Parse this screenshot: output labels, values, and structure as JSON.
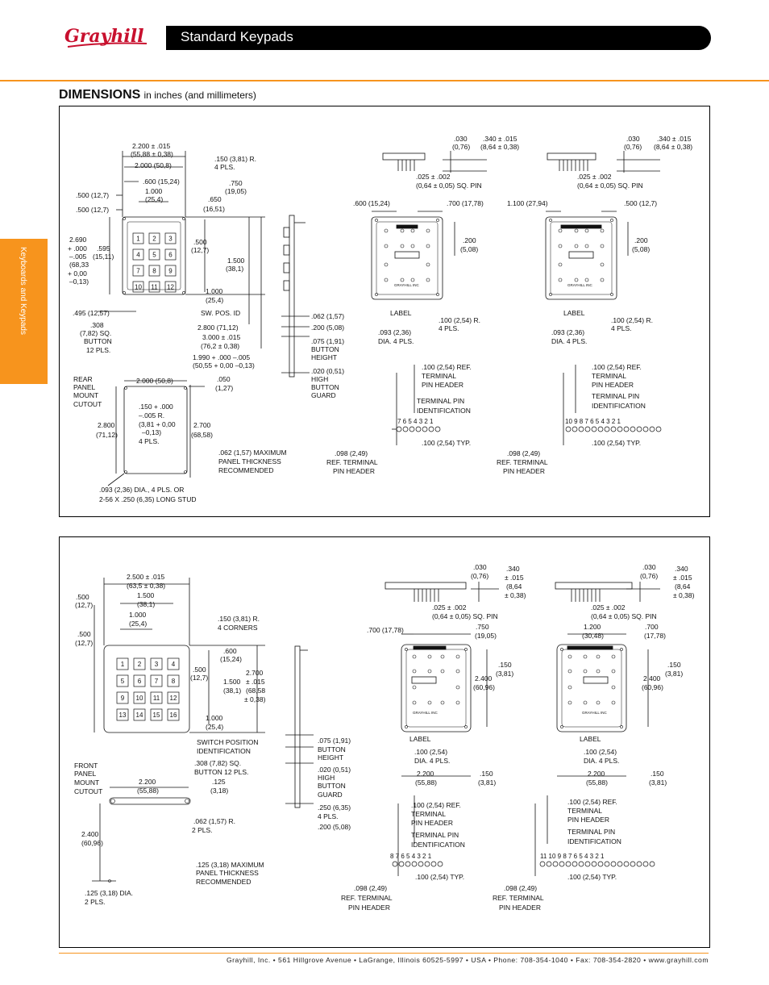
{
  "brand": "Grayhill",
  "header_title": "Standard Keypads",
  "side_tab": "Keyboards and Keypads",
  "dimensions_heading": "DIMENSIONS",
  "dimensions_sub": "in inches (and millimeters)",
  "panel1": {
    "keys": [
      "1",
      "2",
      "3",
      "4",
      "5",
      "6",
      "7",
      "8",
      "9",
      "10",
      "11",
      "12"
    ],
    "dims": {
      "w_total": "2.200 ± .015",
      "w_total_mm": "(55,88 ± 0,38)",
      "w_2000": "2.000 (50,8)",
      "w_600": ".600 (15,24)",
      "w_1000": "1.000",
      "w_1000_mm": "(25,4)",
      "r150": ".150 (3,81) R.",
      "r150_b": "4 PLS.",
      "h750": ".750",
      "h750_mm": "(19,05)",
      "h650": ".650",
      "h650_mm": "(16,51)",
      "l500a": ".500 (12,7)",
      "l500b": ".500 (12,7)",
      "h2690": "2.690",
      "h2690_b": "+ .000",
      "h2690_c": "–.005",
      "h2690_d": "(68,33",
      "h2690_e": "+ 0,00",
      "h2690_f": "–0,13)",
      "h595": ".595",
      "h595_mm": "(15,11)",
      "p500": ".500",
      "p500_mm": "(12,7)",
      "h1500": "1.500",
      "h1500_mm": "(38,1)",
      "v1000": "1.000",
      "v1000_mm": "(25,4)",
      "l495": ".495 (12,57)",
      "sw_pos": "SW. POS. ID",
      "b308": ".308",
      "b308_b": "(7,82) SQ.",
      "b308_c": "BUTTON",
      "b308_d": "12 PLS.",
      "w2800": "2.800 (71,12)",
      "w3000": "3.000 ± .015",
      "w3000_mm": "(76,2 ± 0,38)",
      "w1990": "1.990 + .000 –.005",
      "w1990_mm": "(50,55 + 0,00 –0,13)",
      "s062": ".062 (1,57)",
      "s200": ".200 (5,08)",
      "s075": ".075 (1,91)",
      "s075_b": "BUTTON",
      "s075_c": "HEIGHT",
      "s020": ".020 (0,51)",
      "s020_b": "HIGH",
      "s020_c": "BUTTON",
      "s020_d": "GUARD",
      "rear": "REAR",
      "rear_b": "PANEL",
      "rear_c": "MOUNT",
      "rear_d": "CUTOUT",
      "c2000": "2.000 (50,8)",
      "c050": ".050",
      "c050_mm": "(1,27)",
      "c150": ".150 + .000",
      "c150_b": "–.005 R.",
      "c150_c": "(3,81 + 0,00",
      "c150_d": "–0,13)",
      "c150_e": "4 PLS.",
      "c2800": "2.800",
      "c2800_mm": "(71,12)",
      "c2700": "2.700",
      "c2700_mm": "(68,58)",
      "c062": ".062 (1,57) MAXIMUM",
      "c062_b": "PANEL THICKNESS",
      "c062_c": "RECOMMENDED",
      "c093": ".093 (2,36) DIA., 4 PLS. OR",
      "c093_b": "2-56 X .250 (6,35) LONG STUD"
    },
    "rear_a": {
      "d030": ".030",
      "d030_mm": "(0,76)",
      "d340": ".340 ± .015",
      "d340_mm": "(8,64 ± 0,38)",
      "d025": ".025 ± .002",
      "d025_mm": "(0,64 ± 0,05)  SQ. PIN",
      "d600": ".600 (15,24)",
      "d700": ".700 (17,78)",
      "d200": ".200",
      "d200_mm": "(5,08)",
      "label": "LABEL",
      "grayhill_inc": "GRAYHILL INC",
      "d100": ".100 (2,54) R.",
      "d100_b": "4 PLS.",
      "d093": ".093 (2,36)",
      "d093_b": "DIA. 4 PLS.",
      "ref100": ".100 (2,54) REF.",
      "ref100_b": "TERMINAL",
      "ref100_c": "PIN HEADER",
      "term_id": "TERMINAL PIN",
      "term_id_b": "IDENTIFICATION",
      "pin_nums": "7  6  5  4  3  2  1",
      "typ": ".100 (2,54) TYP.",
      "ref098": ".098 (2,49)",
      "ref098_b": "REF. TERMINAL",
      "ref098_c": "PIN HEADER"
    },
    "rear_b": {
      "d030": ".030",
      "d030_mm": "(0,76)",
      "d340": ".340 ± .015",
      "d340_mm": "(8,64 ± 0,38)",
      "d025": ".025 ± .002",
      "d025_mm": "(0,64 ± 0,05)  SQ. PIN",
      "d1100": "1.100 (27,94)",
      "d500": ".500 (12,7)",
      "d200": ".200",
      "d200_mm": "(5,08)",
      "label": "LABEL",
      "grayhill_inc": "GRAYHILL INC",
      "d100": ".100 (2,54) R.",
      "d100_b": "4 PLS.",
      "d093": ".093 (2,36)",
      "d093_b": "DIA. 4 PLS.",
      "ref100": ".100 (2,54) REF.",
      "ref100_b": "TERMINAL",
      "ref100_c": "PIN HEADER",
      "term_id": "TERMINAL PIN",
      "term_id_b": "IDENTIFICATION",
      "pin_nums": "10  9    8  7  6  5  4  3  2     1",
      "typ": ".100 (2,54) TYP.",
      "ref098": ".098 (2,49)",
      "ref098_b": "REF. TERMINAL",
      "ref098_c": "PIN HEADER"
    }
  },
  "panel2": {
    "keys": [
      "1",
      "2",
      "3",
      "4",
      "5",
      "6",
      "7",
      "8",
      "9",
      "10",
      "11",
      "12",
      "13",
      "14",
      "15",
      "16"
    ],
    "dims": {
      "w2500": "2.500 ± .015",
      "w2500_mm": "(63,5 ± 0,38)",
      "w1500": "1.500",
      "w1500_mm": "(38,1)",
      "l500": ".500",
      "l500_mm": "(12,7)",
      "w1000": "1.000",
      "w1000_mm": "(25,4)",
      "r150": ".150 (3,81) R.",
      "r150_b": "4 CORNERS",
      "l500b": ".500",
      "l500b_mm": "(12,7)",
      "h600": ".600",
      "h600_mm": "(15,24)",
      "p500": ".500",
      "p500_mm": "(12,7)",
      "h1500": "1.500",
      "h1500_mm": "(38,1)",
      "h2700": "2.700",
      "h2700_b": "± .015",
      "h2700_c": "(68,58",
      "h2700_d": "± 0,38)",
      "v1000": "1.000",
      "v1000_mm": "(25,4)",
      "sw_pos": "SWITCH POSITION",
      "sw_pos_b": "IDENTIFICATION",
      "b308": ".308 (7,82) SQ.",
      "b308_b": "BUTTON 12 PLS.",
      "s075": ".075 (1,91)",
      "s075_b": "BUTTON",
      "s075_c": "HEIGHT",
      "s020": ".020 (0,51)",
      "s020_b": "HIGH",
      "s020_c": "BUTTON",
      "s020_d": "GUARD",
      "s250": ".250 (6,35)",
      "s250_b": "4 PLS.",
      "s200": ".200 (5,08)",
      "front": "FRONT",
      "front_b": "PANEL",
      "front_c": "MOUNT",
      "front_d": "CUTOUT",
      "c2200": "2.200",
      "c2200_mm": "(55,88)",
      "c125": ".125",
      "c125_mm": "(3,18)",
      "c062": ".062 (1,57) R.",
      "c062_b": "2 PLS.",
      "c2400": "2.400",
      "c2400_mm": "(60,96)",
      "c125max": ".125 (3,18) MAXIMUM",
      "c125max_b": "PANEL THICKNESS",
      "c125max_c": "RECOMMENDED",
      "c125dia": ".125 (3,18) DIA.",
      "c125dia_b": "2 PLS."
    },
    "rear_a": {
      "d030": ".030",
      "d030_mm": "(0,76)",
      "d340": ".340",
      "d340_b": "± .015",
      "d340_c": "(8,64",
      "d340_d": "± 0,38)",
      "d025": ".025 ± .002",
      "d025_mm": "(0,64 ± 0,05)  SQ. PIN",
      "d700": ".700 (17,78)",
      "d750": ".750",
      "d750_mm": "(19,05)",
      "d150": ".150",
      "d150_mm": "(3,81)",
      "d2400": "2.400",
      "d2400_mm": "(60,96)",
      "grayhill_inc": "GRAYHILL INC",
      "label": "LABEL",
      "d100": ".100 (2,54)",
      "d100_b": "DIA. 4 PLS.",
      "d2200": "2.200",
      "d2200_mm": "(55,88)",
      "d150b": ".150",
      "d150b_mm": "(3,81)",
      "ref100": ".100 (2,54) REF.",
      "ref100_b": "TERMINAL",
      "ref100_c": "PIN HEADER",
      "term_id": "TERMINAL PIN",
      "term_id_b": "IDENTIFICATION",
      "pin_nums": "8  7  6  5  4  3  2  1",
      "typ": ".100 (2,54) TYP.",
      "ref098": ".098 (2,49)",
      "ref098_b": "REF. TERMINAL",
      "ref098_c": "PIN HEADER"
    },
    "rear_b": {
      "d030": ".030",
      "d030_mm": "(0,76)",
      "d340": ".340",
      "d340_b": "± .015",
      "d340_c": "(8,64",
      "d340_d": "± 0,38)",
      "d025": ".025 ± .002",
      "d025_mm": "(0,64 ± 0,05)  SQ. PIN",
      "d1200": "1.200",
      "d1200_mm": "(30,48)",
      "d700": ".700",
      "d700_mm": "(17,78)",
      "d150": ".150",
      "d150_mm": "(3,81)",
      "d2400": "2.400",
      "d2400_mm": "(60,96)",
      "grayhill_inc": "GRAYHILL INC",
      "label": "LABEL",
      "d100": ".100 (2,54)",
      "d100_b": "DIA. 4 PLS.",
      "d2200": "2.200",
      "d2200_mm": "(55,88)",
      "d150b": ".150",
      "d150b_mm": "(3,81)",
      "ref100": ".100 (2,54) REF.",
      "ref100_b": "TERMINAL",
      "ref100_c": "PIN HEADER",
      "term_id": "TERMINAL PIN",
      "term_id_b": "IDENTIFICATION",
      "pin_nums": "11 10    9  8  7  6  5  4  3  2     1",
      "typ": ".100 (2,54) TYP.",
      "ref098": ".098 (2,49)",
      "ref098_b": "REF. TERMINAL",
      "ref098_c": "PIN HEADER"
    }
  },
  "footer": "Grayhill, Inc. • 561 Hillgrove Avenue • LaGrange, Illinois 60525-5997 • USA • Phone: 708-354-1040 • Fax: 708-354-2820 • www.grayhill.com",
  "colors": {
    "accent": "#f7941d",
    "brand_red": "#c8102e",
    "title_bar": "#000000"
  }
}
